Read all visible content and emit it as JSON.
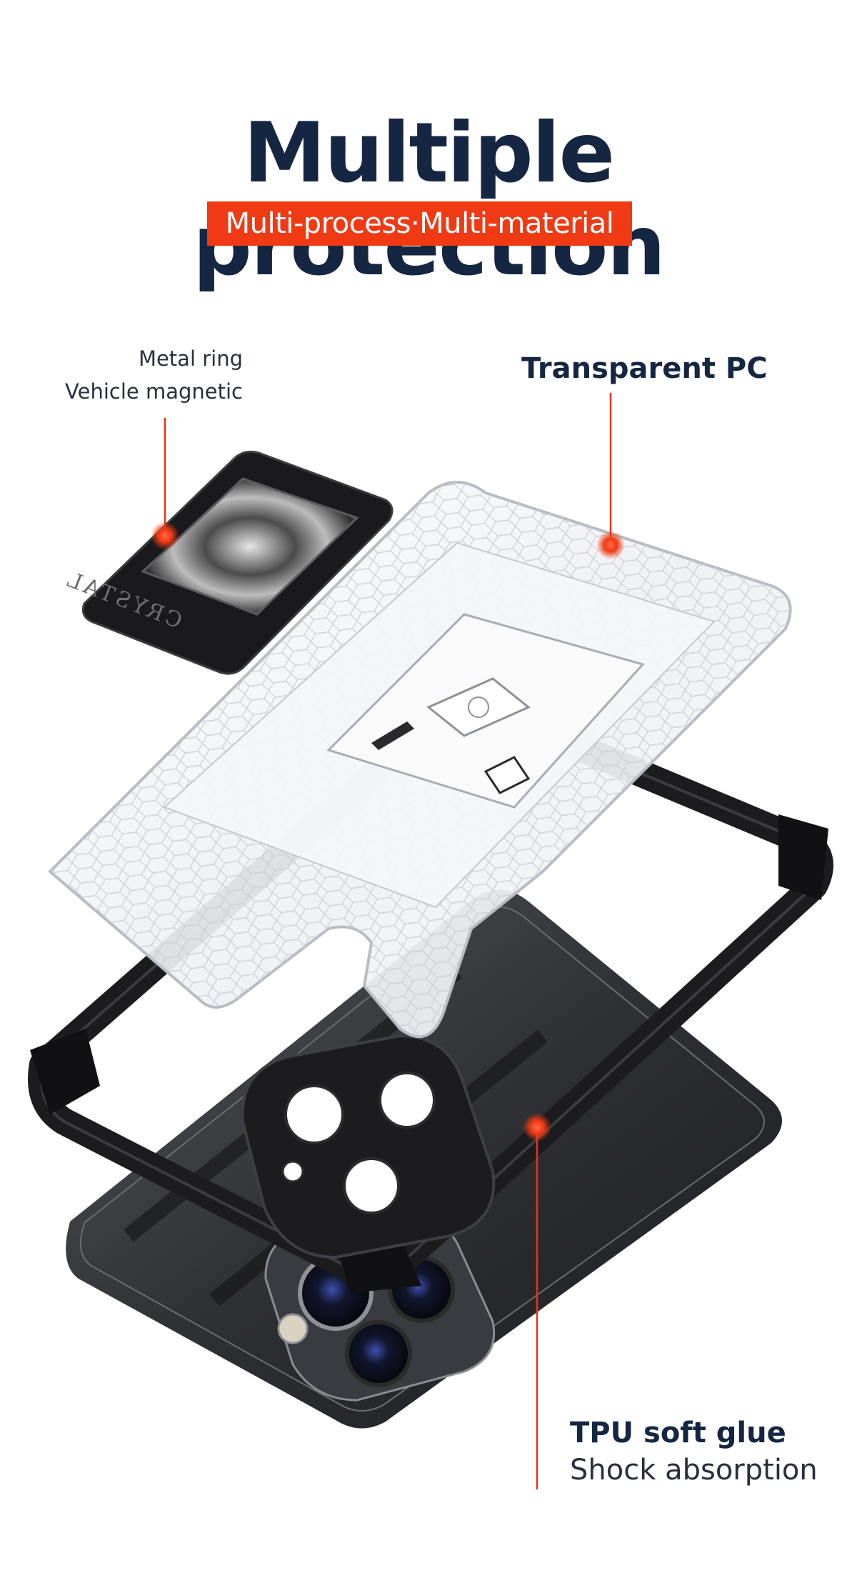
{
  "header": {
    "title": "Multiple protection",
    "subtitle": "Multi-process·Multi-material"
  },
  "callouts": {
    "ring": {
      "line1": "Metal ring",
      "line2": "Vehicle magnetic"
    },
    "pc": {
      "label": "Transparent PC"
    },
    "tpu": {
      "line1": "TPU soft glue",
      "line2": "Shock absorption"
    }
  },
  "ring_engraving": "CRYSTAL",
  "colors": {
    "title": "#142642",
    "accent": "#f03a14",
    "callout_line": "#e8321a",
    "bumper": "#1c1c1e",
    "phone": "#2b2c30"
  }
}
